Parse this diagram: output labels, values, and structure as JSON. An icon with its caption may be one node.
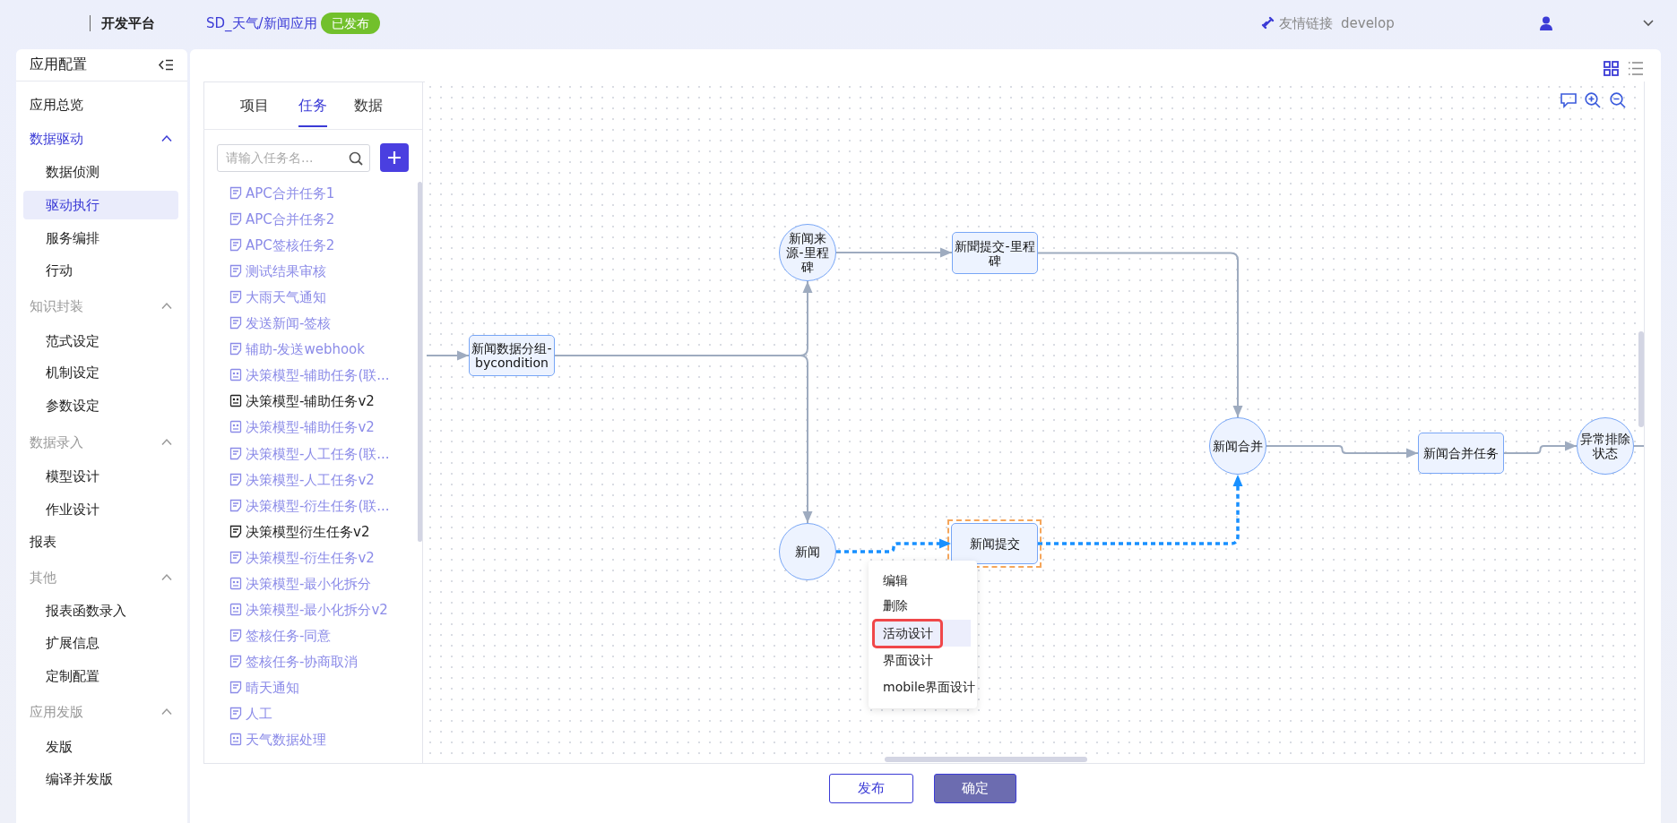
{
  "diagram": {
    "nodes": [
      {
        "text": [
          "新闻数据分组-bycondition"
        ]
      },
      {
        "text": [
          "新闻来源-里程碑"
        ]
      },
      {
        "text": [
          "新聞提交-里程碑"
        ]
      },
      {
        "text": [
          "新闻"
        ]
      },
      {
        "text": [
          "新闻提交"
        ]
      },
      {
        "text": [
          "新闻合并"
        ]
      },
      {
        "text": [
          "新闻合并任务"
        ]
      },
      {
        "text": [
          "异常排除状态"
        ]
      }
    ],
    "edges": [
      {
        "from": null,
        "to": 0,
        "arrow": "to"
      },
      {
        "from": 0,
        "to": 1,
        "arrow": "to"
      },
      {
        "from": 0,
        "to": 3,
        "arrow": "to"
      },
      {
        "from": 1,
        "to": 2,
        "arrow": "to"
      },
      {
        "from": 2,
        "to": 5,
        "arrow": "to"
      },
      {
        "from": 3,
        "to": 4,
        "arrow": "to",
        "style": "dashed",
        "color": "#1890ff"
      },
      {
        "from": 4,
        "to": 5,
        "arrow": "to",
        "style": "dashed",
        "color": "#1890ff"
      },
      {
        "from": 5,
        "to": 6,
        "arrow": "to"
      },
      {
        "from": 6,
        "to": 7,
        "arrow": "to"
      },
      {
        "from": 7,
        "to": null,
        "arrow": "none"
      }
    ],
    "labels": [
      "开发平台",
      "SD_天气/新闻应用",
      "已发布",
      "友情链接",
      "develop",
      "应用配置",
      "应用总览",
      "数据驱动",
      "数据侦测",
      "驱动执行",
      "服务编排",
      "行动",
      "知识封装",
      "范式设定",
      "机制设定",
      "参数设定",
      "数据录入",
      "模型设计",
      "作业设计",
      "报表",
      "其他",
      "报表函数录入",
      "扩展信息",
      "定制配置",
      "应用发版",
      "发版",
      "编译并发版",
      "项目",
      "任务",
      "数据",
      "请输入任务名...",
      "APC合并任务1",
      "APC合并任务2",
      "APC签核任务2",
      "测试结果审核",
      "大雨天气通知",
      "发送新闻-签核",
      "辅助-发送webhook",
      "决策模型-辅助任务(联...",
      "决策模型-辅助任务v2",
      "决策模型-辅助任务v2",
      "决策模型-人工任务(联...",
      "决策模型-人工任务v2",
      "决策模型-衍生任务(联...",
      "决策模型衍生任务v2",
      "决策模型-衍生任务v2",
      "决策模型-最小化拆分",
      "决策模型-最小化拆分v2",
      "签核任务-同意",
      "签核任务-协商取消",
      "晴天通知",
      "人工",
      "天气数据处理",
      "编辑",
      "删除",
      "活动设计",
      "界面设计",
      "mobile界面设计",
      "发布",
      "确定"
    ]
  }
}
